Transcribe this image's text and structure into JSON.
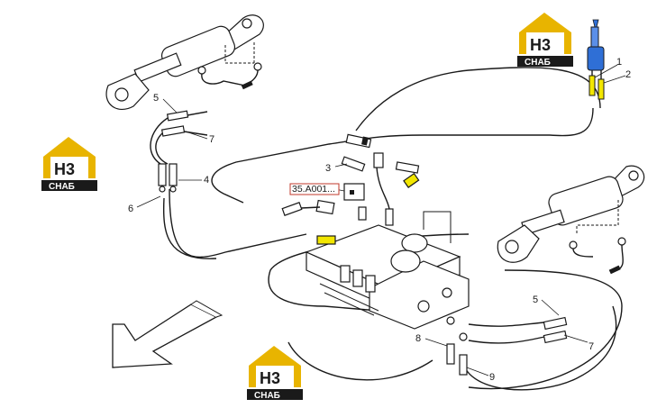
{
  "reference_label": "35.A001...",
  "callouts": [
    "1",
    "2",
    "3",
    "4",
    "5",
    "6",
    "7",
    "5",
    "7",
    "8",
    "9"
  ],
  "logo": {
    "mark": "H3",
    "word": "СНАБ"
  },
  "colors": {
    "logo_house": "#e8b400",
    "logo_bar": "#1a1a1a",
    "line": "#1a1a1a",
    "fitting_yellow": "#f2e600",
    "valve_blue": "#2f6fd6"
  }
}
